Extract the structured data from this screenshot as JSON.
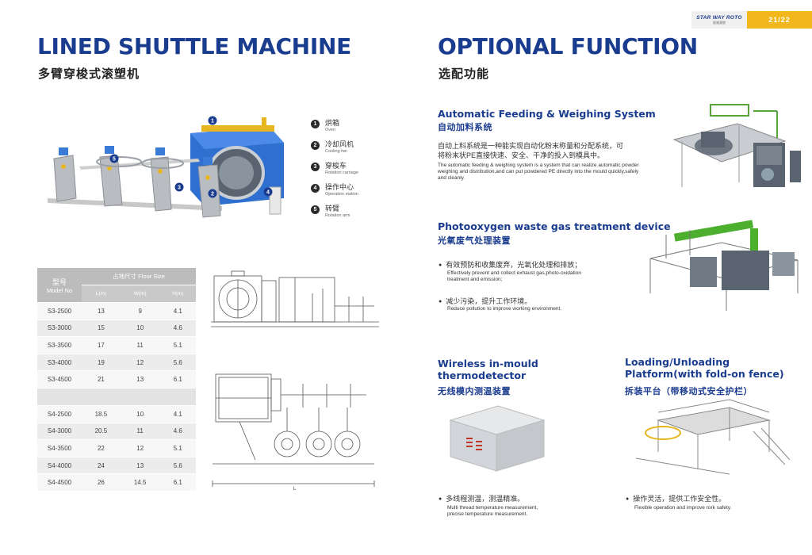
{
  "brand": {
    "logo_text": "STAR WAY ROTO",
    "logo_sub": "星威滚塑",
    "page": "21/22"
  },
  "left": {
    "title": "LINED SHUTTLE MACHINE",
    "subtitle": "多臂穿梭式滚塑机",
    "legend": [
      {
        "num": "1",
        "cn": "烘箱",
        "en": "Oven"
      },
      {
        "num": "2",
        "cn": "冷却风机",
        "en": "Cooling fan"
      },
      {
        "num": "3",
        "cn": "穿梭车",
        "en": "Rotation carriage"
      },
      {
        "num": "4",
        "cn": "操作中心",
        "en": "Operation station"
      },
      {
        "num": "5",
        "cn": "转臂",
        "en": "Rotation arm"
      }
    ],
    "table": {
      "model_cn": "型号",
      "model_en": "Model No",
      "floor_size": "占地尺寸  Floor Size",
      "col_l": "L(m)",
      "col_w": "W(m)",
      "col_h": "H(m)",
      "rows_s3": [
        [
          "S3-2500",
          "13",
          "9",
          "4.1"
        ],
        [
          "S3-3000",
          "15",
          "10",
          "4.6"
        ],
        [
          "S3-3500",
          "17",
          "11",
          "5.1"
        ],
        [
          "S3-4000",
          "19",
          "12",
          "5.6"
        ],
        [
          "S3-4500",
          "21",
          "13",
          "6.1"
        ]
      ],
      "rows_s4": [
        [
          "S4-2500",
          "18.5",
          "10",
          "4.1"
        ],
        [
          "S4-3000",
          "20.5",
          "11",
          "4.6"
        ],
        [
          "S4-3500",
          "22",
          "12",
          "5.1"
        ],
        [
          "S4-4000",
          "24",
          "13",
          "5.6"
        ],
        [
          "S4-4500",
          "26",
          "14.5",
          "6.1"
        ]
      ]
    },
    "drawing_label": "L"
  },
  "right": {
    "title": "OPTIONAL FUNCTION",
    "subtitle": "选配功能",
    "feeding": {
      "title": "Automatic Feeding & Weighing System",
      "cn_title": "自动加料系统",
      "cn_body_1": "自动上料系统是一种能实现自动化粉末称量和分配系统，可",
      "cn_body_2": "将粉末状PE直接快速、安全、干净的投入到模具中。",
      "en_body_1": "The automatic feeding & weighing system is a system that can realize automatic powder",
      "en_body_2": "weighing and distribution,and can put powdered PE directly into the mould quickly,safely",
      "en_body_3": "and cleanly."
    },
    "photo": {
      "title": "Photooxygen waste gas treatment device",
      "cn_title": "光氧废气处理装置",
      "b1_cn": "有效预防和收集废弃，光氧化处理和排放；",
      "b1_en_1": "Effectively prevent and collect exhaust gas,photo-oxidation",
      "b1_en_2": "treatment and emission;",
      "b2_cn": "减少污染，提升工作环境。",
      "b2_en": "Reduce pollution to improve working environment."
    },
    "wireless": {
      "title_1": "Wireless in-mould",
      "title_2": "thermodetector",
      "cn_title": "无线模内测温装置",
      "b_cn": "多线程测温，测温精准。",
      "b_en_1": "Multi thread temperature measurement,",
      "b_en_2": "precise temperature measurement."
    },
    "loading": {
      "title_1": "Loading/Unloading",
      "title_2": "Platform(with fold-on fence)",
      "cn_title": "拆装平台（带移动式安全护栏）",
      "b_cn": "操作灵活，提供工作安全性。",
      "b_en": "Flexible operation and improve rork safety."
    }
  }
}
